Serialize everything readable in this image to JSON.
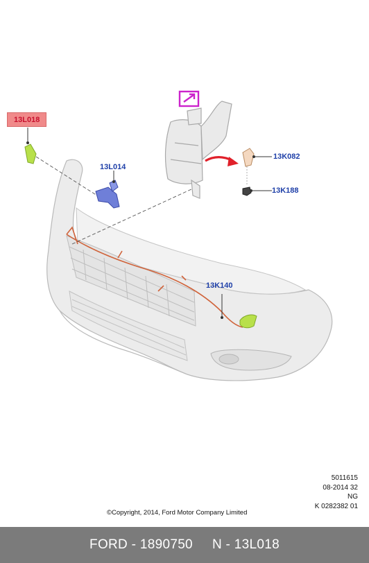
{
  "callouts": {
    "c13L018": "13L018",
    "c13L014": "13L014",
    "c13K082": "13K082",
    "c13K188": "13K188",
    "c13K140": "13K140"
  },
  "meta": {
    "line1": "5011615",
    "line2": "08-2014 32",
    "line3": "NG",
    "line4": "K 0282382 01"
  },
  "copyright": "©Copyright, 2014, Ford Motor Company Limited",
  "footer": {
    "left": "FORD - 1890750",
    "right": "N - 13L018"
  },
  "colors": {
    "highlight_bg": "#f08a8a",
    "highlight_text": "#c8102e",
    "callout_text": "#1e3fa8",
    "footer_bg": "#7b7b7b",
    "part_green": "#b8e04a",
    "part_blue": "#6f7fd8",
    "wire": "#d0633a",
    "arrow": "#e0202a",
    "edit_magenta": "#cc22cc"
  },
  "icons": {
    "edit": "pencil-arrow-icon"
  }
}
